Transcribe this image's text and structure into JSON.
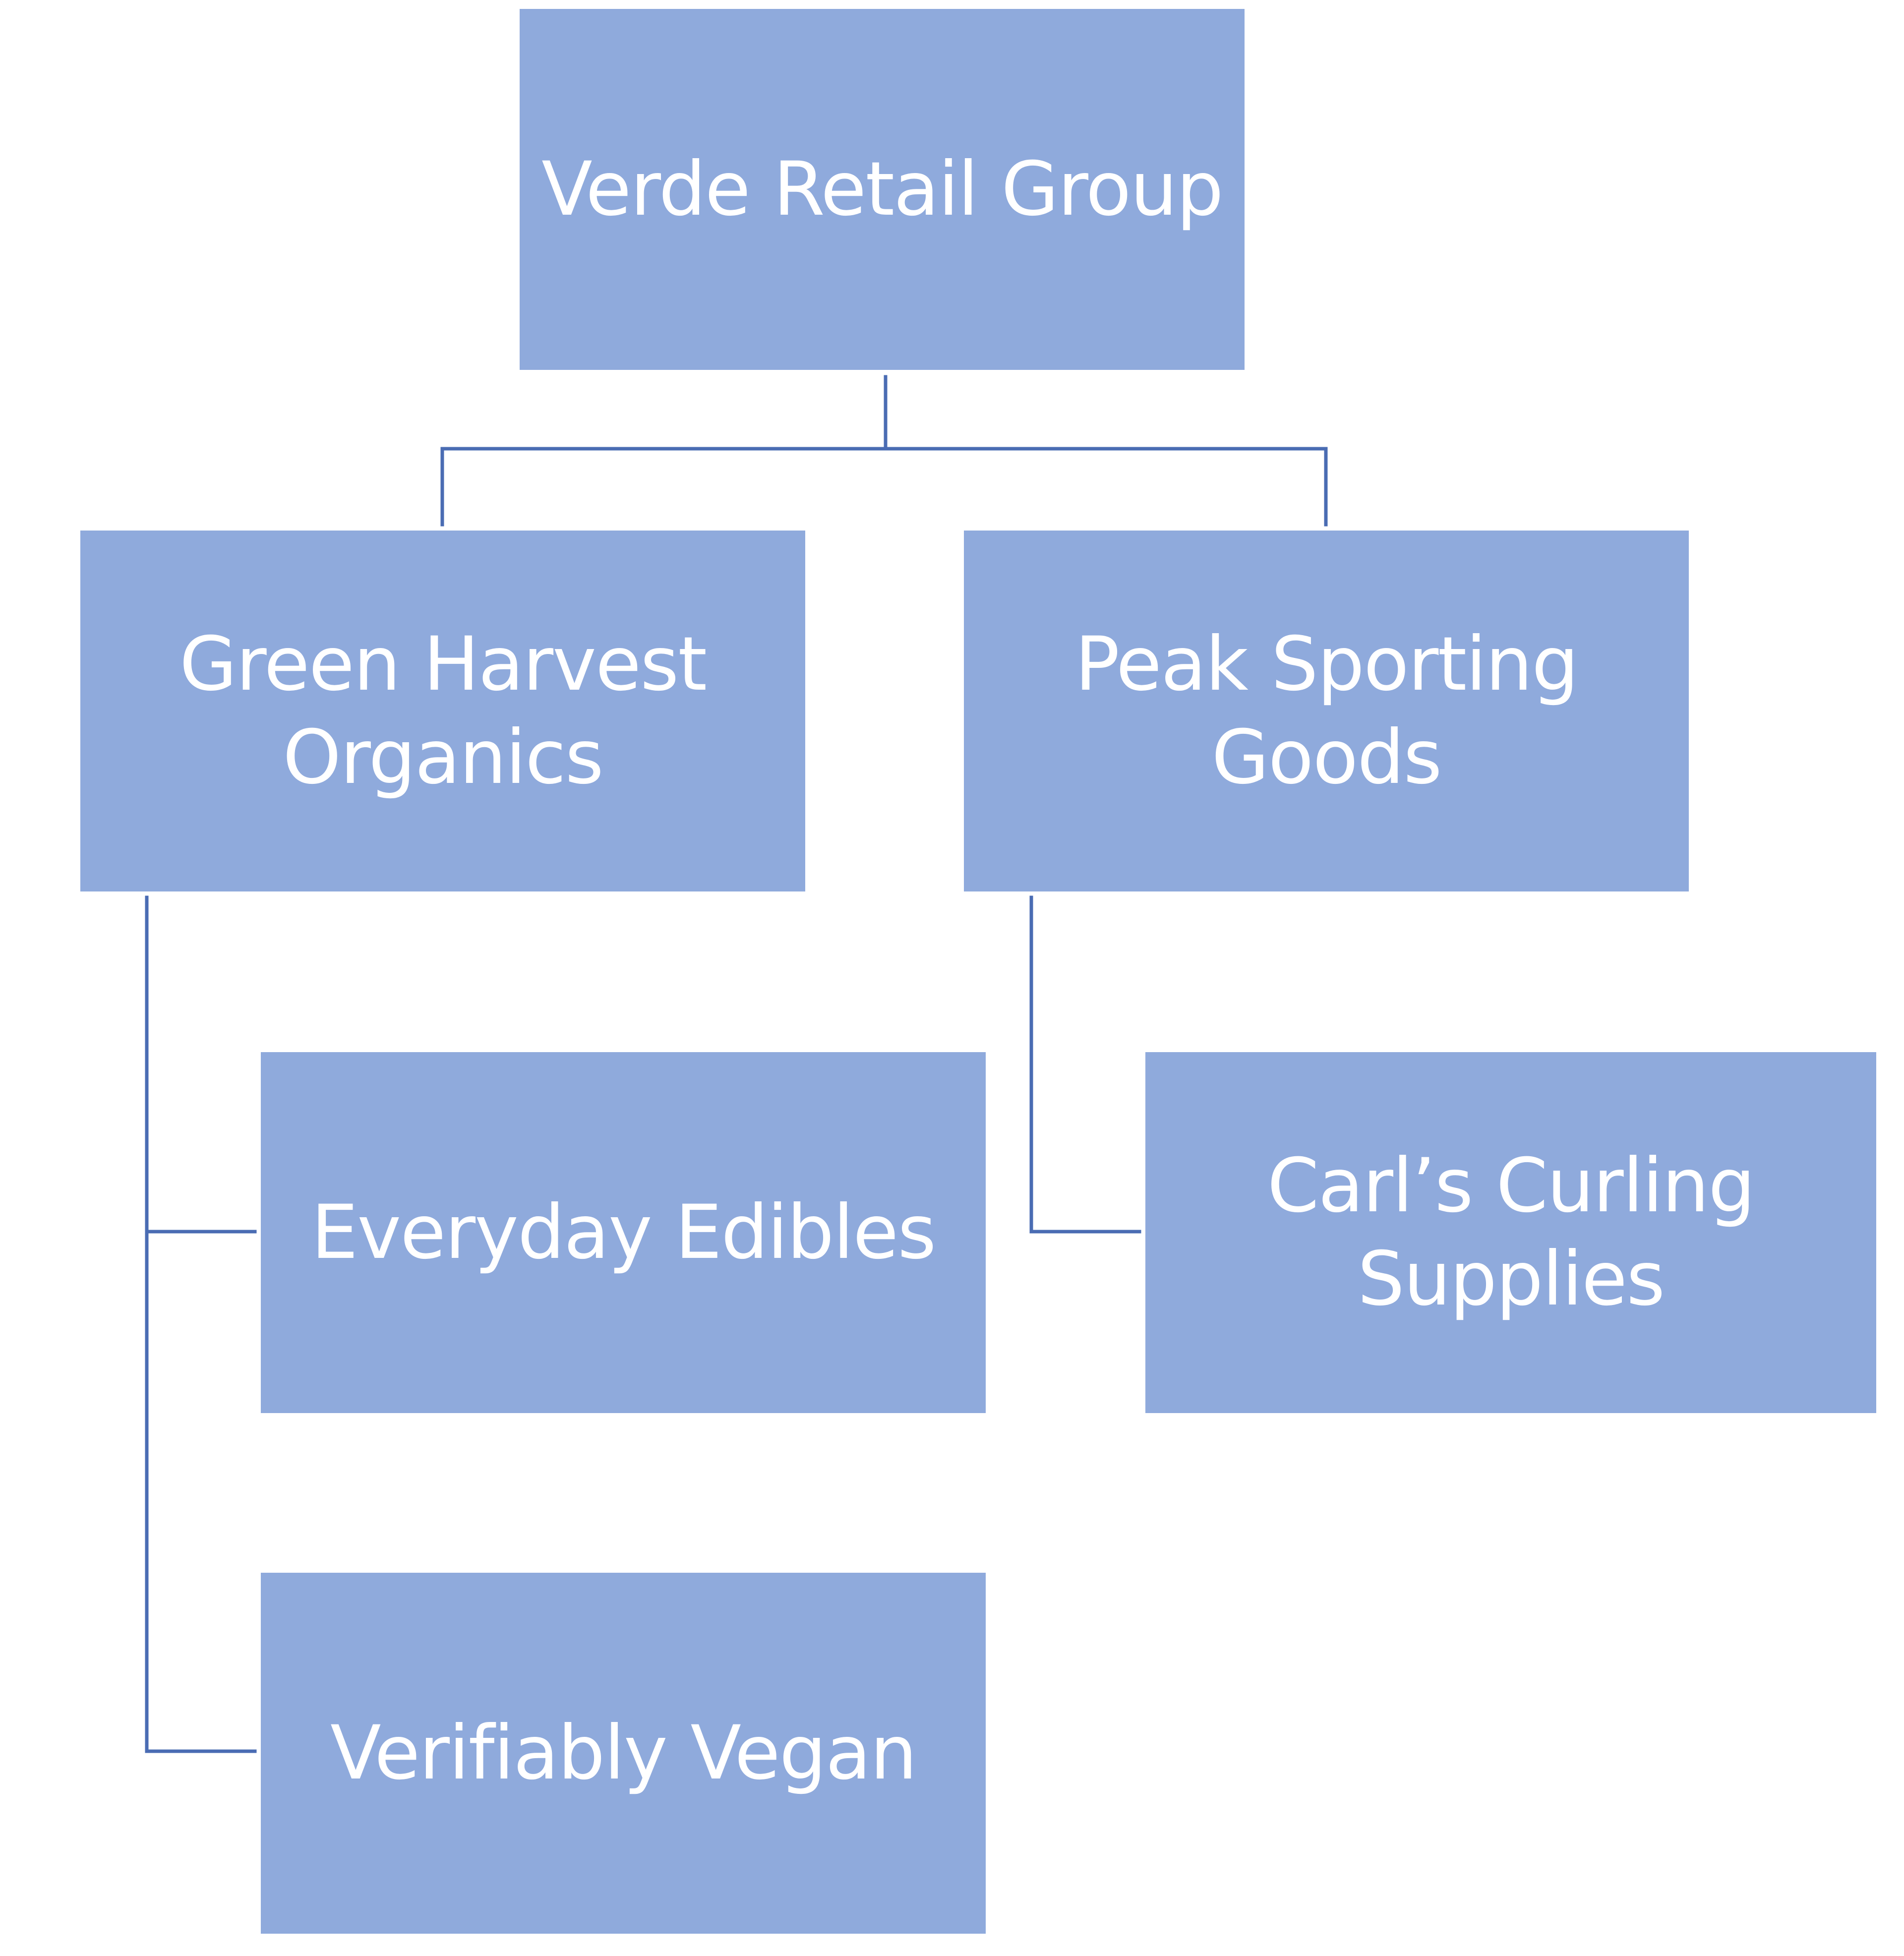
{
  "colors": {
    "node_fill": "#8faadc",
    "node_text": "#ffffff",
    "connector": "#4a6cb3",
    "background": "#ffffff"
  },
  "org_chart": {
    "root": {
      "label": "Verde Retail Group"
    },
    "divisions": [
      {
        "label": "Green Harvest Organics",
        "children": [
          {
            "label": "Everyday Edibles"
          },
          {
            "label": "Verifiably Vegan"
          }
        ]
      },
      {
        "label": "Peak Sporting Goods",
        "children": [
          {
            "label": "Carl’s Curling Supplies"
          }
        ]
      }
    ]
  }
}
